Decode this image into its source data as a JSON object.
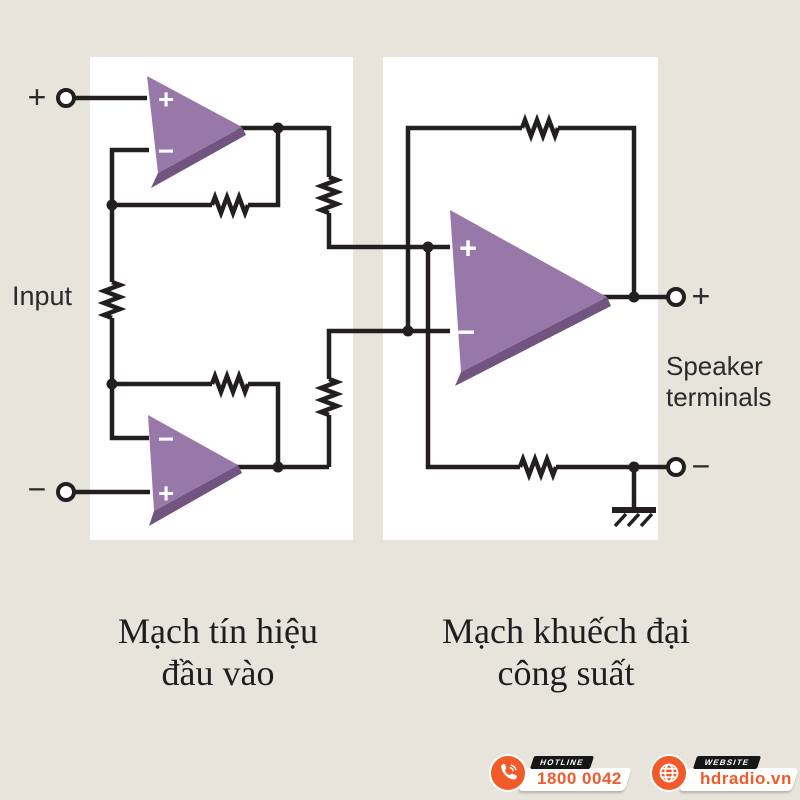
{
  "diagram": {
    "input_label": "Input",
    "speaker_label": {
      "line1": "Speaker",
      "line2": "terminals"
    },
    "terminals": {
      "input_plus": "+",
      "input_minus": "−",
      "speaker_plus": "+",
      "speaker_minus": "−"
    },
    "opamps": {
      "top_small": {
        "top_input": "+",
        "bottom_input": "−"
      },
      "bottom_small": {
        "top_input": "−",
        "bottom_input": "+"
      },
      "power": {
        "top_input": "+",
        "bottom_input": "−"
      }
    },
    "captions": {
      "left": {
        "line1": "Mạch tín hiệu",
        "line2": "đầu vào"
      },
      "right": {
        "line1": "Mạch khuếch đại",
        "line2": "công suất"
      }
    },
    "colors": {
      "background": "#e7e4db",
      "panel": "#ffffff",
      "wire": "#231f20",
      "opamp_fill": "#9878a8",
      "opamp_shade": "#71547f",
      "accent_orange": "#f15a29",
      "text": "#2b2b2b"
    }
  },
  "footer": {
    "hotline": {
      "tag": "HOTLINE",
      "value": "1800 0042"
    },
    "website": {
      "tag": "WEBSITE",
      "value": "hdradio.vn"
    }
  }
}
